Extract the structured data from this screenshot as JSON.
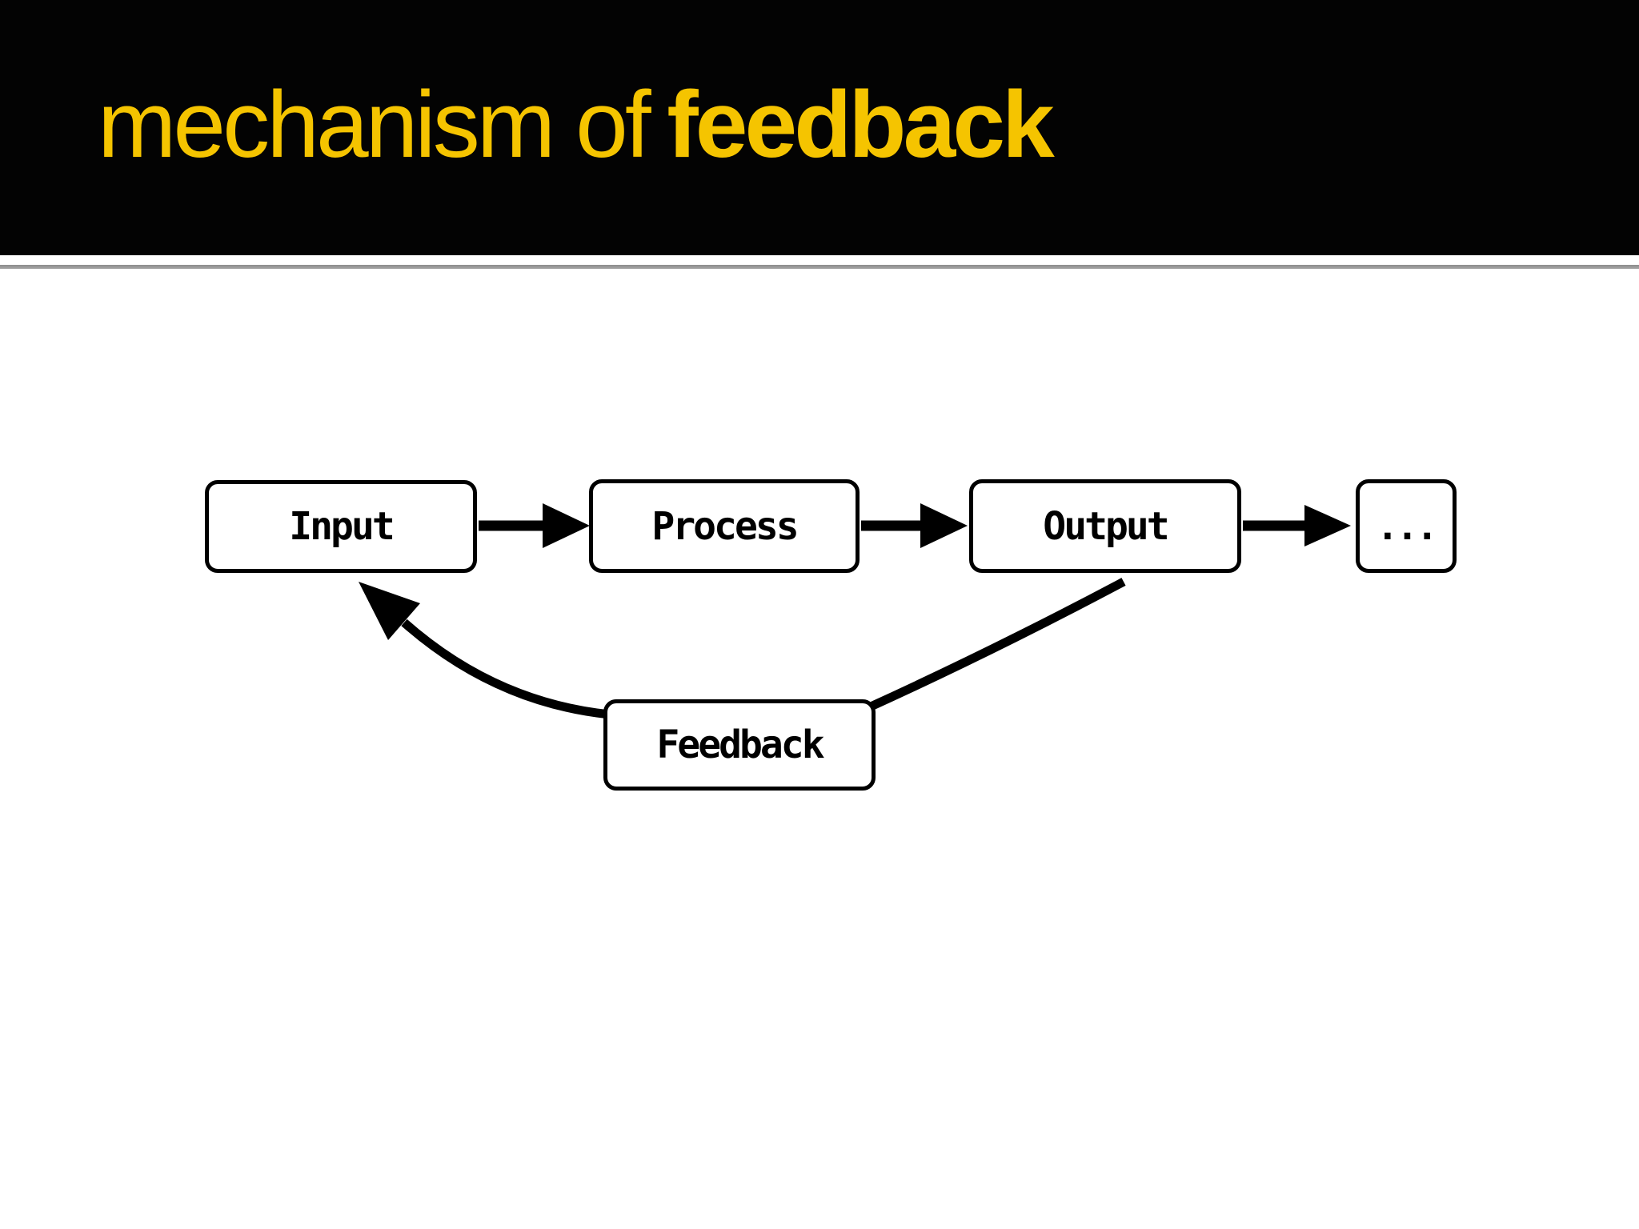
{
  "slide": {
    "title": {
      "prefix": "mechanism of",
      "emphasis": "feedback"
    }
  },
  "colors": {
    "header_bg": "#030303",
    "title_text": "#F5C400",
    "divider": "#9B9B9B",
    "body_bg": "#FFFFFF",
    "diagram_ink": "#000000",
    "node_fill": "#FFFFFF"
  },
  "diagram": {
    "nodes": [
      {
        "id": "input",
        "label": "Input"
      },
      {
        "id": "process",
        "label": "Process"
      },
      {
        "id": "output",
        "label": "Output"
      },
      {
        "id": "continuation",
        "label": "..."
      },
      {
        "id": "feedback",
        "label": "Feedback"
      }
    ],
    "edges": [
      {
        "from": "input",
        "to": "process",
        "style": "arrow"
      },
      {
        "from": "process",
        "to": "output",
        "style": "arrow"
      },
      {
        "from": "output",
        "to": "continuation",
        "style": "arrow"
      },
      {
        "from": "output",
        "to": "feedback",
        "style": "line"
      },
      {
        "from": "feedback",
        "to": "input",
        "style": "arrow"
      }
    ]
  }
}
